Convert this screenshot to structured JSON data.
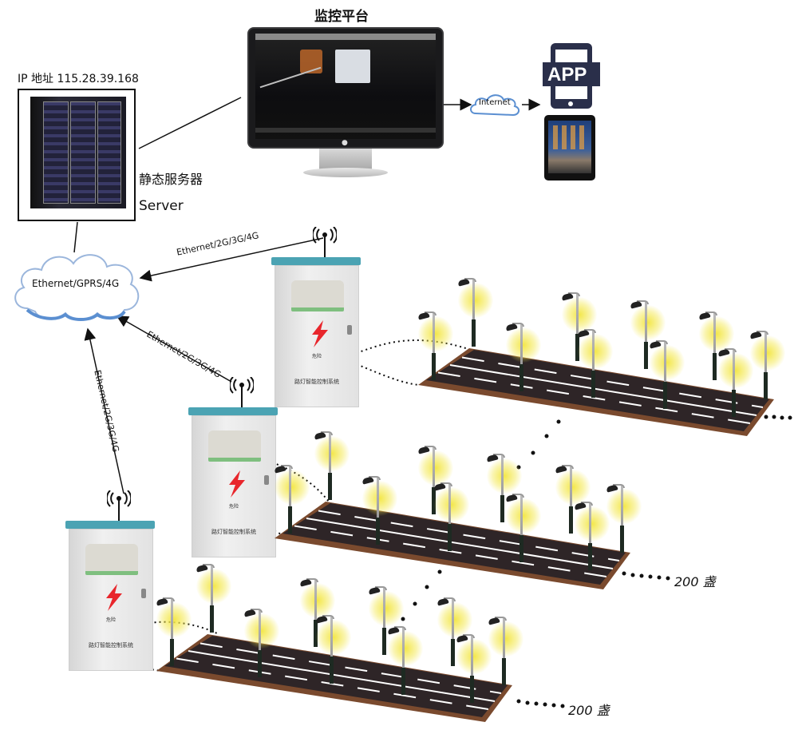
{
  "diagram": {
    "monitor_platform_label": "监控平台",
    "server": {
      "ip_label": "IP 地址 115.28.39.168",
      "name_cn": "静态服务器",
      "name_en": "Server"
    },
    "internet_cloud_label": "Internet",
    "app_badge_label": "APP",
    "main_cloud_label": "Ethernet/GPRS/4G",
    "links": [
      {
        "label": "Ethernet/2G/3G/4G",
        "from": "cabinet-1",
        "to": "main-cloud"
      },
      {
        "label": "Ethernet/2G/3G/4G",
        "from": "cabinet-2",
        "to": "main-cloud"
      },
      {
        "label": "Ethernet/2G/3G/4G",
        "from": "cabinet-3",
        "to": "main-cloud"
      }
    ],
    "cabinet": {
      "system_label": "路灯智能控制系统",
      "warning_label": "危险",
      "lid_color": "#4ba3b3",
      "bolt_color": "#e8262c"
    },
    "roads": [
      {
        "count_label": ""
      },
      {
        "count_label": "200 盏"
      },
      {
        "count_label": "200 盏"
      }
    ],
    "colors": {
      "cloud_edge": "#5b8fd1",
      "road": "#2e2527",
      "road_shoulder": "#7a4a2e",
      "light_glow": "#f3e74a",
      "app_dark": "#2a2f4a"
    }
  }
}
